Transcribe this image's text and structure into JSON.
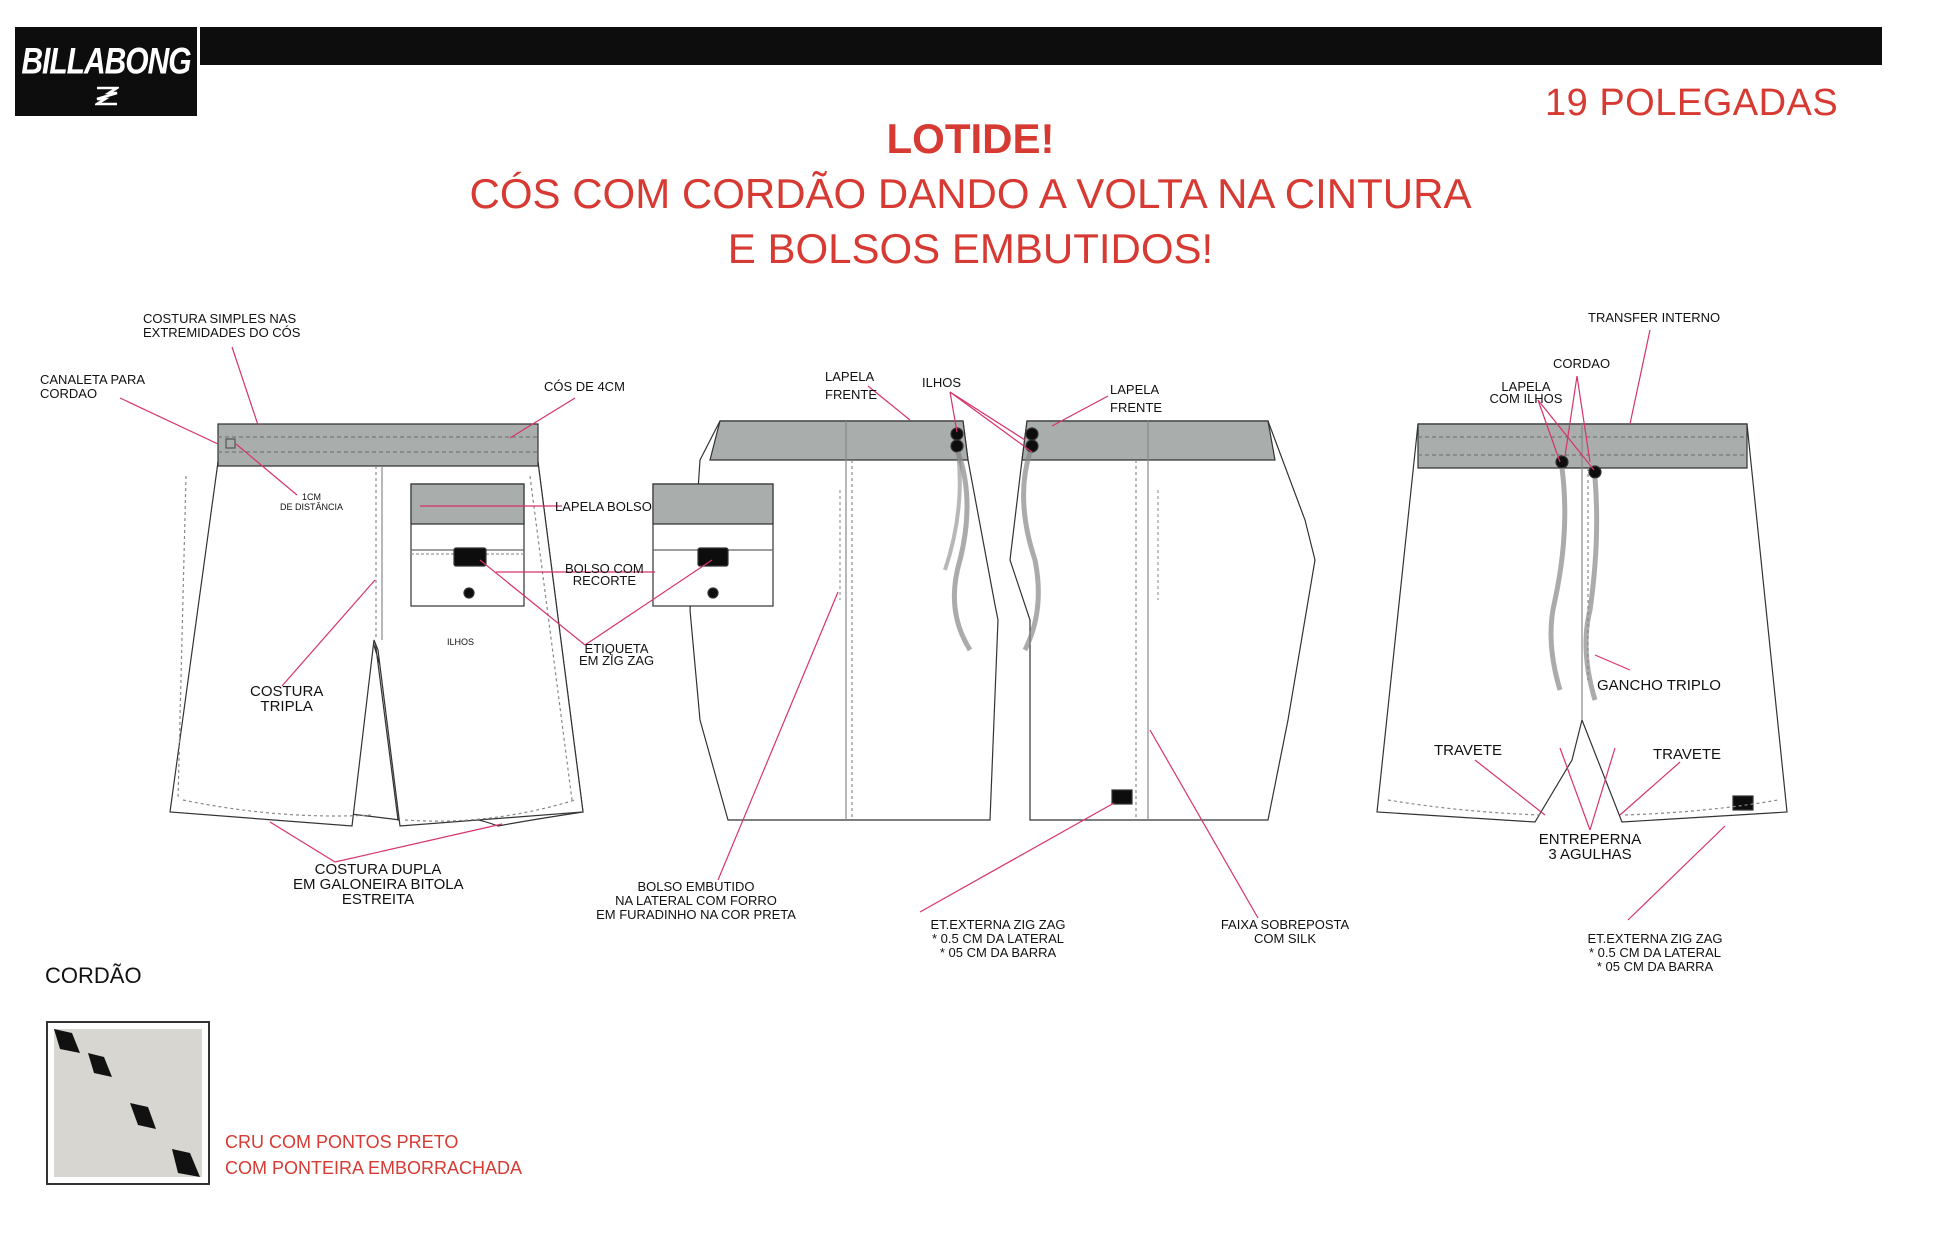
{
  "header": {
    "logo_text": "BILLABONG",
    "size": "19 POLEGADAS"
  },
  "title": {
    "line1": "LOTIDE!",
    "line2": "CÓS COM CORDÃO DANDO A VOLTA NA CINTURA",
    "line3": "E BOLSOS EMBUTIDOS!"
  },
  "back_view": {
    "costura_simples": [
      "COSTURA SIMPLES NAS",
      "EXTREMIDADES DO CÓS"
    ],
    "canaleta": [
      "CANALETA PARA",
      "CORDAO"
    ],
    "cos": "CÓS DE 4CM",
    "distancia": [
      "1CM",
      "DE DISTÂNCIA"
    ],
    "lapela_bolso": "LAPELA BOLSO",
    "bolso_recorte": [
      "BOLSO COM",
      "RECORTE"
    ],
    "ilhos": "ILHOS",
    "etiqueta": [
      "ETIQUETA",
      "EM ZIG ZAG"
    ],
    "costura_tripla": [
      "COSTURA",
      "TRIPLA"
    ],
    "costura_dupla": [
      "COSTURA DUPLA",
      "EM GALONEIRA BITOLA",
      "ESTREITA"
    ]
  },
  "side_view": {
    "lapela_frente_left": [
      "LAPELA",
      "FRENTE"
    ],
    "ilhos": "ILHOS",
    "lapela_frente_right": [
      "LAPELA",
      "FRENTE"
    ],
    "bolso_embutido": [
      "BOLSO EMBUTIDO",
      "NA LATERAL COM FORRO",
      "EM FURADINHO NA COR PRETA"
    ],
    "et_externa": [
      "ET.EXTERNA ZIG ZAG",
      "* 0.5 CM DA LATERAL",
      "* 05 CM DA BARRA"
    ],
    "faixa": [
      "FAIXA SOBREPOSTA",
      "COM SILK"
    ]
  },
  "front_view": {
    "transfer": "TRANSFER INTERNO",
    "cordao": "CORDAO",
    "lapela_ilhos": [
      "LAPELA",
      "COM ILHOS"
    ],
    "gancho": "GANCHO TRIPLO",
    "travete_left": "TRAVETE",
    "travete_right": "TRAVETE",
    "entreperna": [
      "ENTREPERNA",
      "3 AGULHAS"
    ],
    "et_externa": [
      "ET.EXTERNA ZIG ZAG",
      "* 0.5 CM DA LATERAL",
      "* 05 CM DA BARRA"
    ]
  },
  "cordao": {
    "title": "CORDÃO",
    "note_line1": "CRU COM PONTOS PRETO",
    "note_line2": "COM PONTEIRA EMBORRACHADA"
  },
  "colors": {
    "accent": "#d63a33",
    "waistband": "#a9aeac",
    "leader": "#d6336c",
    "black": "#0d0d0d"
  }
}
